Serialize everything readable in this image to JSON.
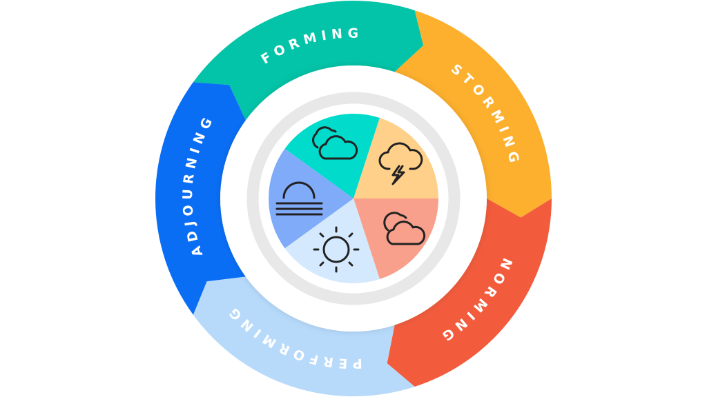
{
  "stages": [
    {
      "label": "FORMING",
      "color": "#03C4A8",
      "pie_color": "#00DBCB",
      "icon": "clouds-icon"
    },
    {
      "label": "STORMING",
      "color": "#FDB02E",
      "pie_color": "#FFD08A",
      "icon": "thunderstorm-icon"
    },
    {
      "label": "NORMING",
      "color": "#F25C3D",
      "pie_color": "#F9A08C",
      "icon": "partly-cloudy-icon"
    },
    {
      "label": "PERFORMING",
      "color": "#B7DAFB",
      "pie_color": "#D4E9FD",
      "icon": "sun-icon"
    },
    {
      "label": "ADJOURNING",
      "color": "#0A6EF5",
      "pie_color": "#80ABF9",
      "icon": "fog-icon"
    }
  ],
  "ring_color": "#E8E8E8"
}
